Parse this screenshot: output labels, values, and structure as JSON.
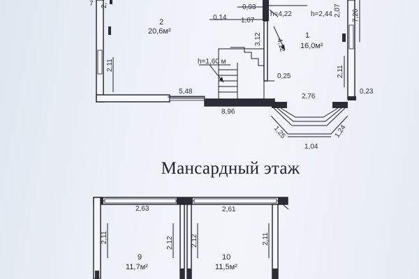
{
  "section_title": "Мансардный этаж",
  "ground_floor": {
    "rooms": [
      {
        "number": "2",
        "area": "20,6м²"
      },
      {
        "number": "1",
        "area": "16,0м²"
      }
    ],
    "heights": {
      "h_left": "h=4,22",
      "h_right": "h=2,44",
      "h_stair": "h=1,60 м"
    },
    "dimensions": {
      "d_093": "0,93",
      "d_014": "0,14",
      "d_107": "1,07",
      "d_312": "3,12",
      "d_412": "4,12",
      "d_207": "2,07",
      "d_726": "7,26",
      "d_211_left": "2,11",
      "d_211_right": "2,11",
      "d_025": "0,25",
      "d_548": "5,48",
      "d_276": "2,76",
      "d_023": "0,23",
      "d_896": "8,96",
      "d_125": "1,25",
      "d_124": "1,24",
      "d_104": "1,04",
      "d_top_left": "7",
      "d_top_left2": "2,"
    }
  },
  "attic_floor": {
    "rooms": [
      {
        "number": "9",
        "area": "11,7м²"
      },
      {
        "number": "10",
        "area": "11,5м²"
      }
    ],
    "dimensions": {
      "d_263": "2,63",
      "d_261": "2,61",
      "d_211_a": "2,11",
      "d_212_a": "2,12",
      "d_212_b": "2,12",
      "d_211_b": "2,11"
    }
  }
}
